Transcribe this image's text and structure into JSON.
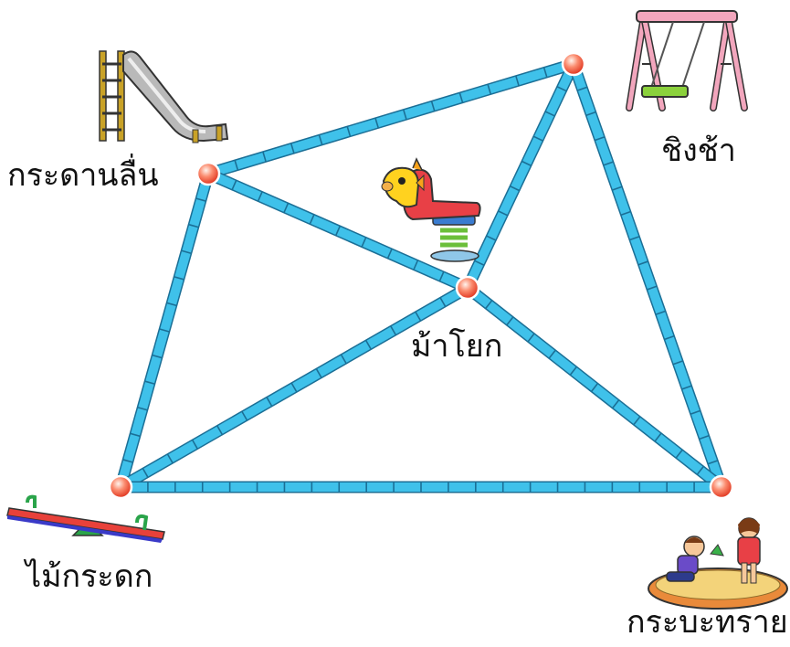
{
  "places": [
    {
      "id": "slide",
      "label": "กระดานลื่น",
      "icon": "slide-icon"
    },
    {
      "id": "swing",
      "label": "ชิงช้า",
      "icon": "swing-icon"
    },
    {
      "id": "spring-horse",
      "label": "ม้าโยก",
      "icon": "spring-rider-horse-icon"
    },
    {
      "id": "seesaw",
      "label": "ไม้กระดก",
      "icon": "seesaw-icon"
    },
    {
      "id": "sandbox",
      "label": "กระบะทราย",
      "icon": "children-sandbox-icon"
    }
  ],
  "paths": [
    {
      "from": "slide",
      "to": "swing",
      "segments": 13
    },
    {
      "from": "slide",
      "to": "spring-horse",
      "segments": 10
    },
    {
      "from": "slide",
      "to": "seesaw",
      "segments": 12
    },
    {
      "from": "swing",
      "to": "spring-horse",
      "segments": 9
    },
    {
      "from": "swing",
      "to": "sandbox",
      "segments": 17
    },
    {
      "from": "spring-horse",
      "to": "seesaw",
      "segments": 14
    },
    {
      "from": "spring-horse",
      "to": "sandbox",
      "segments": 12
    },
    {
      "from": "seesaw",
      "to": "sandbox",
      "segments": 22
    }
  ],
  "colors": {
    "path_fill": "#3fc1ea",
    "path_edge": "#1b6f96",
    "node": "#f2553d",
    "node_light": "#ffe2d6"
  }
}
